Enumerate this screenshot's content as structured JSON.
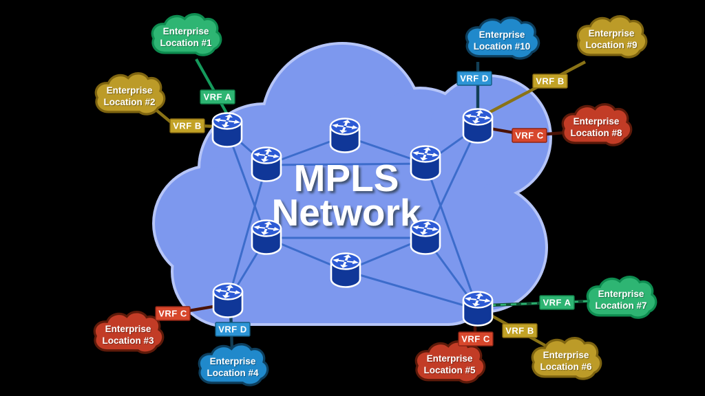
{
  "title": {
    "line1": "MPLS",
    "line2": "Network"
  },
  "colors": {
    "background": "#000000",
    "mpls_cloud_fill": "#7d98ee",
    "mpls_cloud_border": "#b6c5f8",
    "mpls_link": "#3c6ccb",
    "router_top": "#2c5ad4",
    "router_body": "#103798",
    "vrf_a_green": "#2eb573",
    "vrf_b_gold": "#bc9b28",
    "vrf_c_red": "#c23c26",
    "vrf_d_blue": "#2089cb"
  },
  "locations": [
    {
      "line1": "Enterprise",
      "line2": "Location #1",
      "color": "green",
      "vrf": "VRF A"
    },
    {
      "line1": "Enterprise",
      "line2": "Location #2",
      "color": "gold",
      "vrf": "VRF B"
    },
    {
      "line1": "Enterprise",
      "line2": "Location #3",
      "color": "red",
      "vrf": "VRF C"
    },
    {
      "line1": "Enterprise",
      "line2": "Location #4",
      "color": "blue",
      "vrf": "VRF D"
    },
    {
      "line1": "Enterprise",
      "line2": "Location #5",
      "color": "red",
      "vrf": "VRF C"
    },
    {
      "line1": "Enterprise",
      "line2": "Location #6",
      "color": "gold",
      "vrf": "VRF B"
    },
    {
      "line1": "Enterprise",
      "line2": "Location #7",
      "color": "green",
      "vrf": "VRF A"
    },
    {
      "line1": "Enterprise",
      "line2": "Location #8",
      "color": "red",
      "vrf": "VRF C"
    },
    {
      "line1": "Enterprise",
      "line2": "Location #9",
      "color": "gold",
      "vrf": "VRF B"
    },
    {
      "line1": "Enterprise",
      "line2": "Location #10",
      "color": "blue",
      "vrf": "VRF D"
    }
  ],
  "vrf_tags": [
    {
      "text": "VRF A",
      "color": "green"
    },
    {
      "text": "VRF B",
      "color": "gold"
    },
    {
      "text": "VRF D",
      "color": "blue"
    },
    {
      "text": "VRF B",
      "color": "gold"
    },
    {
      "text": "VRF C",
      "color": "red"
    },
    {
      "text": "VRF C",
      "color": "red"
    },
    {
      "text": "VRF D",
      "color": "blue"
    },
    {
      "text": "VRF C",
      "color": "red"
    },
    {
      "text": "VRF B",
      "color": "gold"
    },
    {
      "text": "VRF A",
      "color": "green"
    }
  ]
}
